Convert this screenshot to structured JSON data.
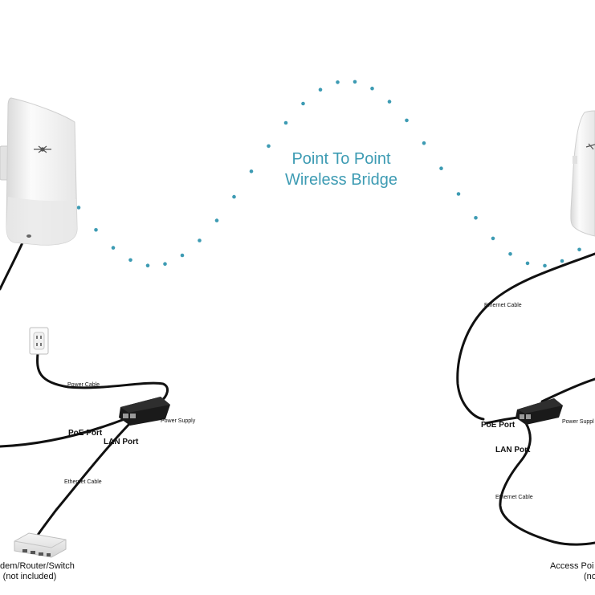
{
  "title_line1": "Point To Point",
  "title_line2": "Wireless Bridge",
  "left": {
    "power_cable": "Power Cable",
    "power_supply": "Power Supply",
    "poe_port": "PoE Port",
    "lan_port": "LAN Port",
    "ethernet_cable": "Ethernet Cable",
    "device_line1": "dem/Router/Switch",
    "device_line2": "(not included)"
  },
  "right": {
    "ethernet_cable_top": "Ethernet Cable",
    "power_supply": "Power Suppl",
    "poe_port": "PoE Port",
    "lan_port": "LAN Port",
    "ethernet_cable_bottom": "Ethernet Cable",
    "device_line1": "Access Poi",
    "device_line2": "(no"
  },
  "colors": {
    "signal_dots": "#3d9bb3",
    "cable": "#111111",
    "antenna_body": "#f4f4f4",
    "poe_injector": "#1a1a1a"
  }
}
